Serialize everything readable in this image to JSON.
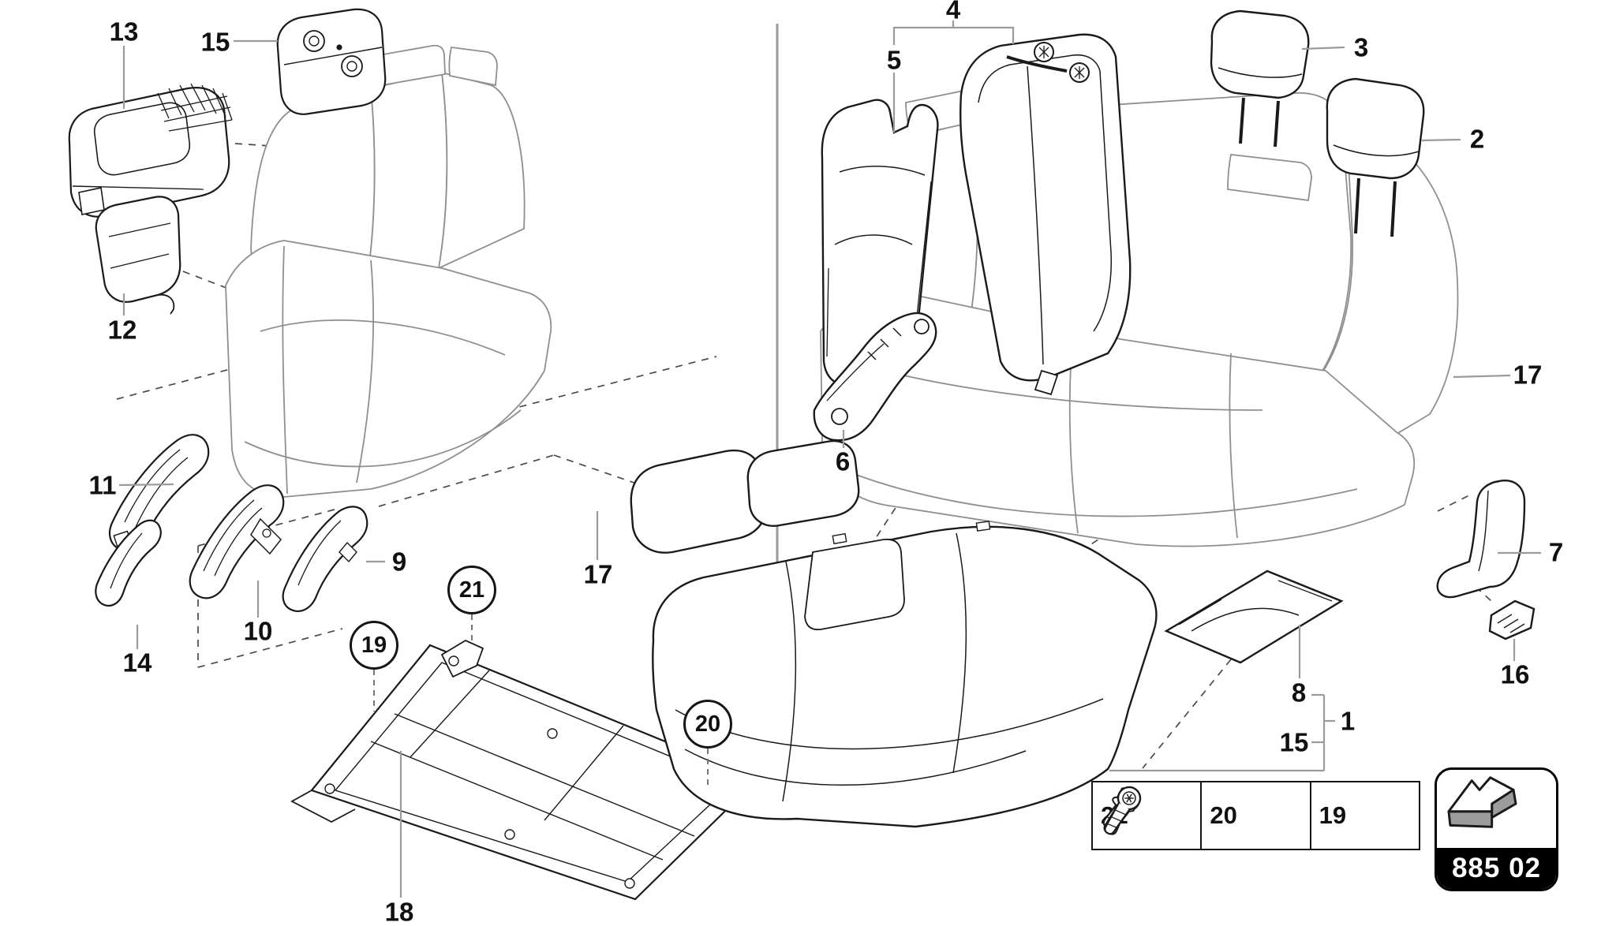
{
  "figure": {
    "type": "exploded-parts-diagram",
    "subject": "rear seat bench assembly",
    "panels": 2
  },
  "labels": {
    "n1": "1",
    "n2": "2",
    "n3": "3",
    "n4": "4",
    "n5": "5",
    "n6": "6",
    "n7": "7",
    "n8": "8",
    "n9": "9",
    "n10": "10",
    "n11": "11",
    "n12": "12",
    "n13": "13",
    "n14": "14",
    "n15": "15",
    "n16": "16",
    "n17": "17",
    "n18": "18",
    "n19": "19",
    "n20": "20",
    "n21": "21"
  },
  "callouts": {
    "left_panel": [
      "13",
      "15",
      "12",
      "11",
      "10",
      "9",
      "14",
      "17",
      "18",
      "19",
      "20",
      "21"
    ],
    "right_panel": [
      "4",
      "5",
      "3",
      "2",
      "6",
      "17",
      "7",
      "16",
      "8",
      "1",
      "15"
    ],
    "circled": [
      "19",
      "20",
      "21"
    ]
  },
  "legend": {
    "fasteners": [
      {
        "ref": "21",
        "icon": "socket-head-bolt-icon"
      },
      {
        "ref": "20",
        "icon": "hex-flange-bolt-icon"
      },
      {
        "ref": "19",
        "icon": "torx-pan-screw-icon"
      }
    ]
  },
  "badge": {
    "code": "885 02",
    "icon": "bent-arrow-icon"
  },
  "colors": {
    "background": "#ffffff",
    "part_line": "#1a1a1a",
    "ghost_line": "#8f8f8f",
    "leader_line": "#9b9b9b",
    "badge_bg": "#000000",
    "badge_text": "#ffffff",
    "icon_shade": "#9c9c9c"
  }
}
